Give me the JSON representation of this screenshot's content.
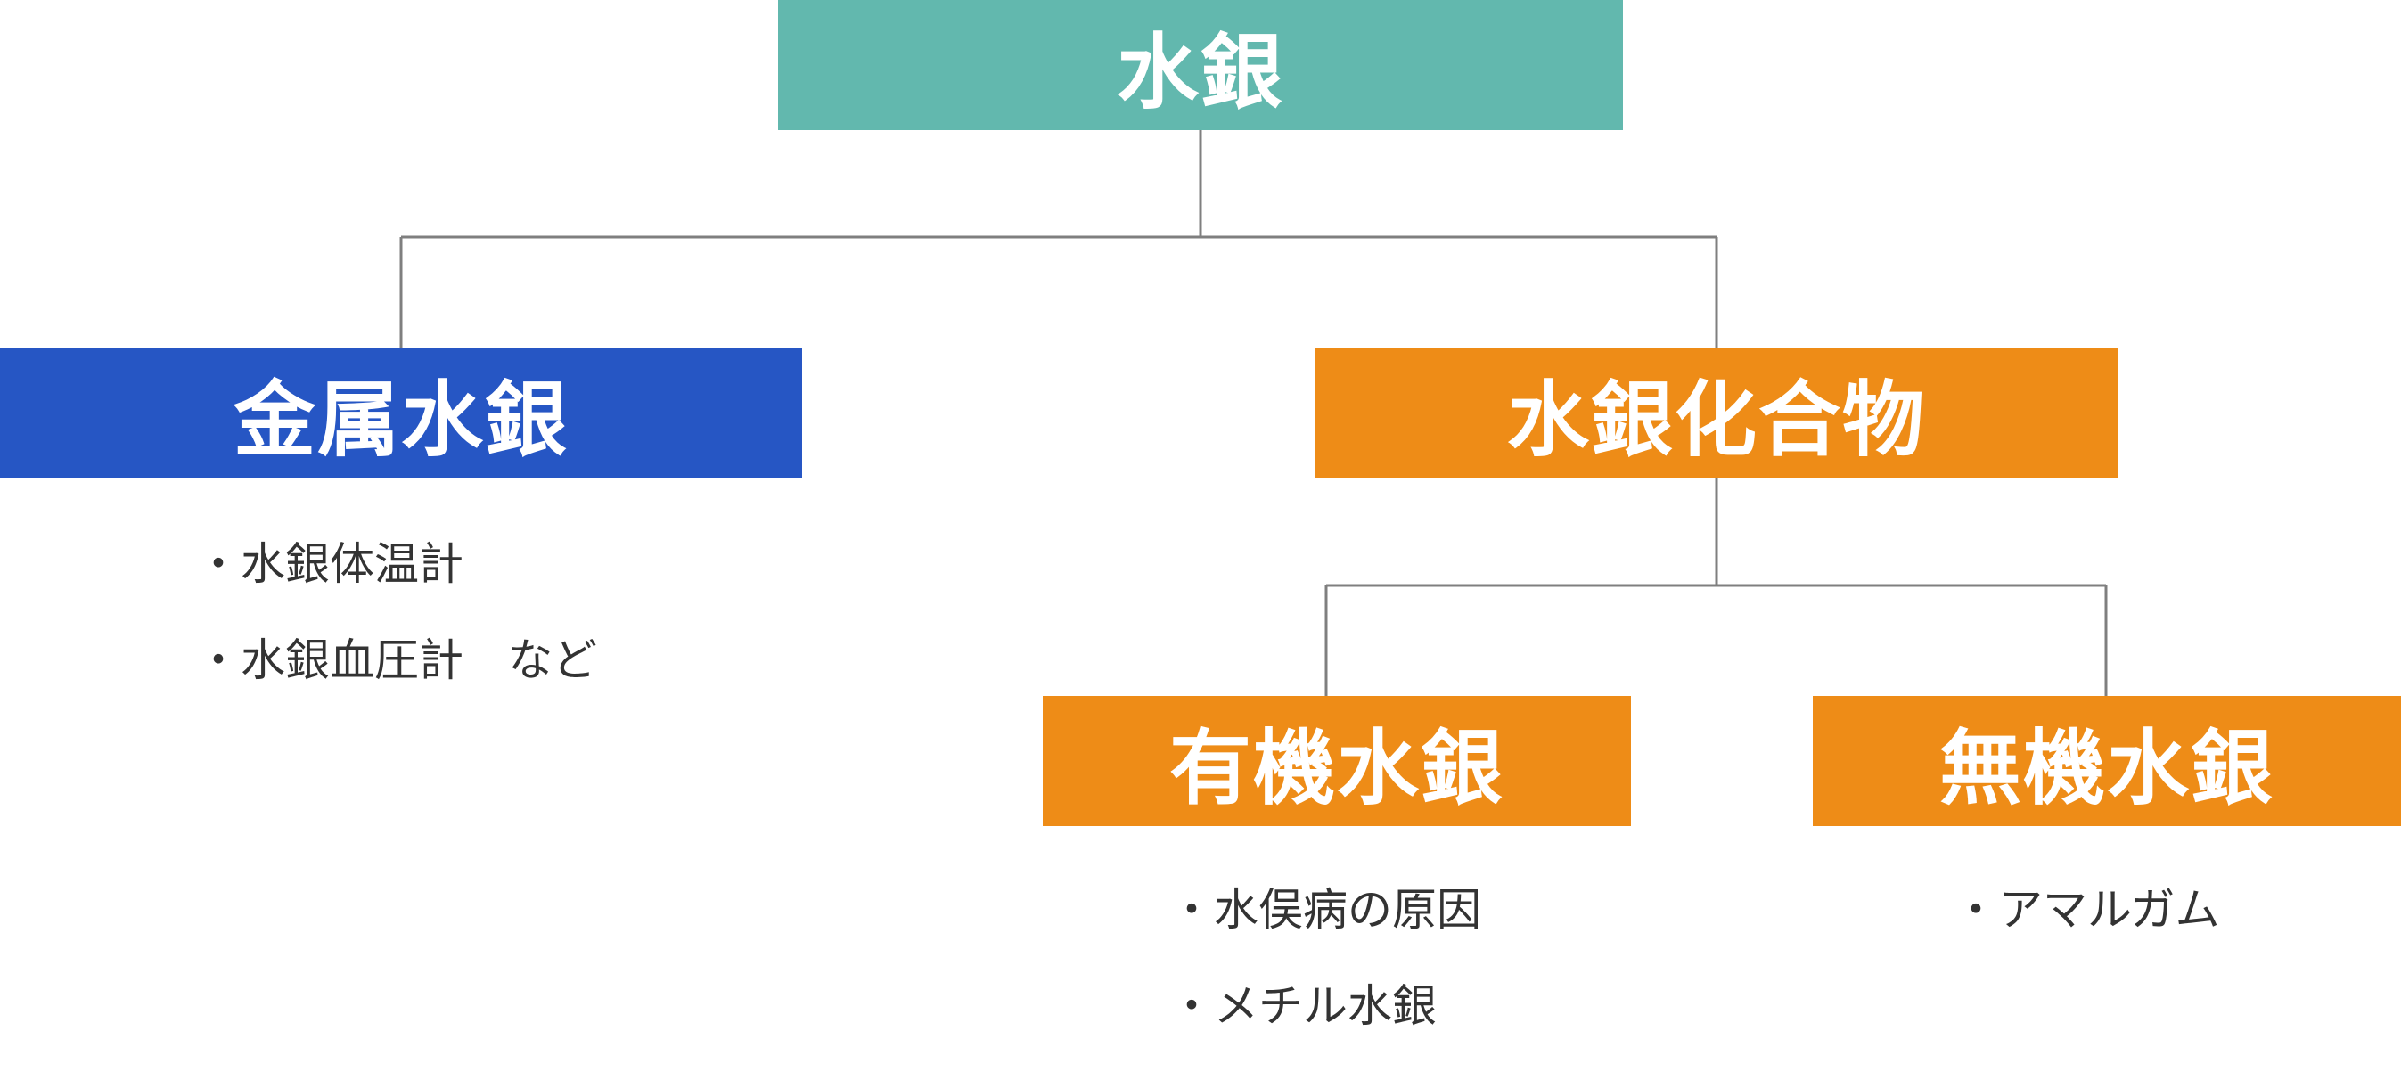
{
  "colors": {
    "root": "#62b8ae",
    "metal": "#2656c4",
    "compound": "#ee8c17",
    "connector": "#7f7f7f",
    "text": "#333333"
  },
  "root": {
    "label": "水銀"
  },
  "metal": {
    "label": "金属水銀",
    "items": [
      "・水銀体温計",
      "・水銀血圧計　など"
    ]
  },
  "compound": {
    "label": "水銀化合物"
  },
  "organic": {
    "label": "有機水銀",
    "items": [
      "・水俣病の原因",
      "・メチル水銀"
    ]
  },
  "inorganic": {
    "label": "無機水銀",
    "items": [
      "・アマルガム"
    ]
  }
}
